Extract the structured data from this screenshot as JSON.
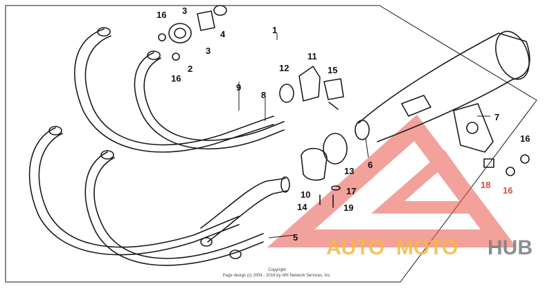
{
  "diagram": {
    "callouts": [
      "16",
      "3",
      "4",
      "1",
      "3",
      "2",
      "16",
      "9",
      "8",
      "12",
      "11",
      "15",
      "7",
      "6",
      "16",
      "13",
      "10",
      "17",
      "18",
      "16",
      "14",
      "19",
      "5"
    ],
    "copyright_line1": "Copyright",
    "copyright_line2": "Page design (c) 2004 - 2016 by ARI Network Services, Inc."
  },
  "watermark": {
    "word_auto": "AUTO",
    "word_moto": "MOTO",
    "word_hub": "HUB",
    "color_primary": "#f4b942",
    "color_secondary": "#7f8385",
    "logo_color": "#e8554a"
  }
}
